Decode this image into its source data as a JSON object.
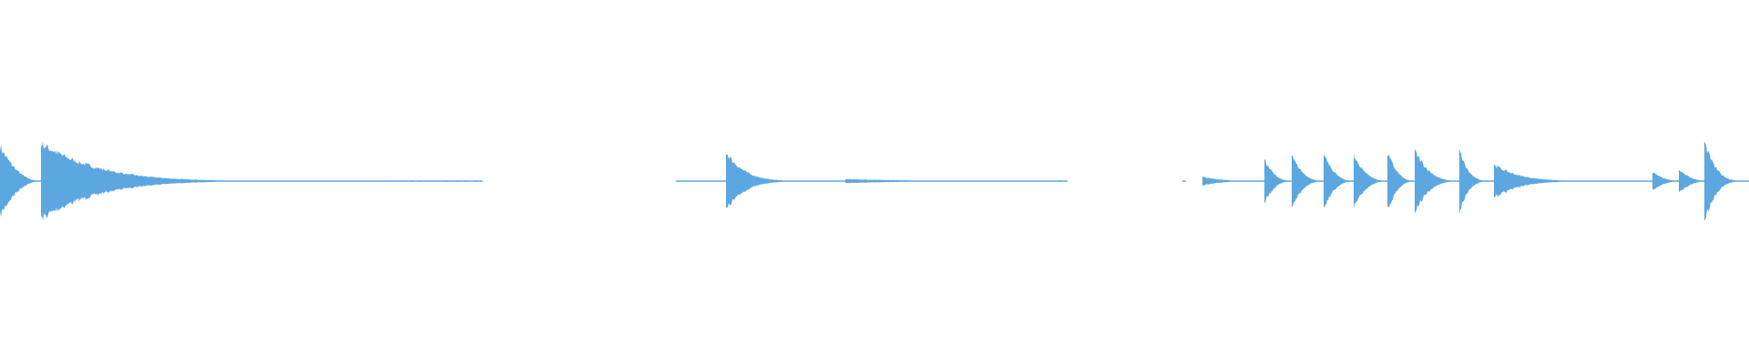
{
  "waveform": {
    "color": "#5DA7E1",
    "background": "#FFFFFF",
    "events": [
      {
        "start": 0,
        "end": 45,
        "amp": 0.42,
        "decay": 0.8,
        "kind": "pluck"
      },
      {
        "start": 45,
        "end": 450,
        "amp": 0.46,
        "decay": 0.1,
        "kind": "pluck"
      },
      {
        "start": 450,
        "end": 530,
        "amp": 0.004,
        "decay": 1.0,
        "kind": "flat"
      },
      {
        "start": 742,
        "end": 797,
        "amp": 0.004,
        "decay": 1.0,
        "kind": "flat"
      },
      {
        "start": 797,
        "end": 928,
        "amp": 0.35,
        "decay": 0.12,
        "kind": "pluck"
      },
      {
        "start": 928,
        "end": 1172,
        "amp": 0.02,
        "decay": 0.6,
        "kind": "pluck"
      },
      {
        "start": 1298,
        "end": 1300,
        "amp": 0.004,
        "decay": 1.0,
        "kind": "flat"
      },
      {
        "start": 1320,
        "end": 1388,
        "amp": 0.05,
        "decay": 0.6,
        "kind": "pluck"
      },
      {
        "start": 1388,
        "end": 1418,
        "amp": 0.26,
        "decay": 0.75,
        "kind": "pluck"
      },
      {
        "start": 1418,
        "end": 1453,
        "amp": 0.3,
        "decay": 0.75,
        "kind": "pluck"
      },
      {
        "start": 1453,
        "end": 1486,
        "amp": 0.33,
        "decay": 0.75,
        "kind": "pluck"
      },
      {
        "start": 1486,
        "end": 1523,
        "amp": 0.31,
        "decay": 0.75,
        "kind": "pluck"
      },
      {
        "start": 1523,
        "end": 1553,
        "amp": 0.35,
        "decay": 0.75,
        "kind": "pluck"
      },
      {
        "start": 1553,
        "end": 1602,
        "amp": 0.37,
        "decay": 0.7,
        "kind": "pluck"
      },
      {
        "start": 1602,
        "end": 1640,
        "amp": 0.38,
        "decay": 0.55,
        "kind": "pluck"
      },
      {
        "start": 1640,
        "end": 1814,
        "amp": 0.2,
        "decay": 0.12,
        "kind": "pluck"
      },
      {
        "start": 1814,
        "end": 1843,
        "amp": 0.1,
        "decay": 0.85,
        "kind": "pluck"
      },
      {
        "start": 1843,
        "end": 1871,
        "amp": 0.14,
        "decay": 0.85,
        "kind": "pluck"
      },
      {
        "start": 1871,
        "end": 1920,
        "amp": 0.48,
        "decay": 0.55,
        "kind": "pluck"
      }
    ],
    "speckles": [
      438,
      451,
      461,
      486,
      490,
      500,
      510,
      522,
      1163,
      1300
    ]
  }
}
